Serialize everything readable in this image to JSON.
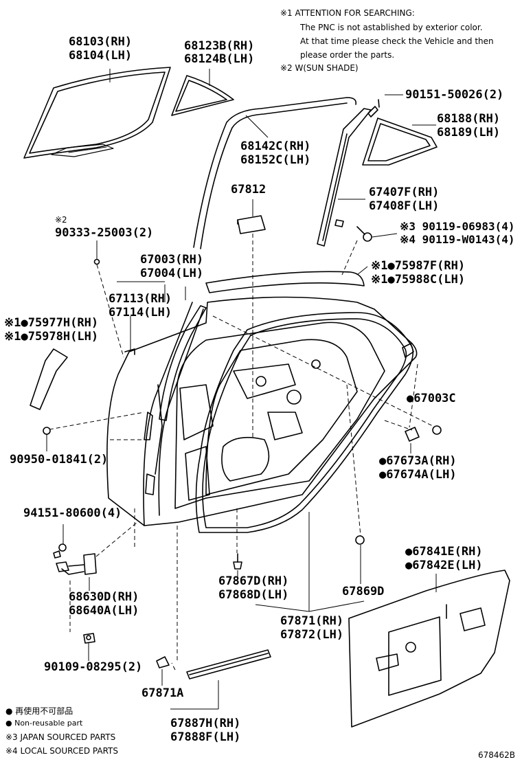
{
  "notes": {
    "n1_title": "※1 ATTENTION FOR SEARCHING:",
    "n1_line1": "The PNC is not astablished by exterior color.",
    "n1_line2": "At that time please check the Vehicle and then",
    "n1_line3": "please order the parts.",
    "n2": "※2 W(SUN SHADE)"
  },
  "parts": {
    "p68103": "68103(RH)",
    "p68104": "68104(LH)",
    "p68123": "68123B(RH)",
    "p68124": "68124B(LH)",
    "p90151": "90151-50026(2)",
    "p68188": "68188(RH)",
    "p68189": "68189(LH)",
    "p68142": "68142C(RH)",
    "p68152": "68152C(LH)",
    "p67812": "67812",
    "p67407": "67407F(RH)",
    "p67408": "67408F(LH)",
    "p90119a": "※3 90119-06983(4)",
    "p90119b": "※4 90119-W0143(4)",
    "p90333n": "※2",
    "p90333": "90333-25003(2)",
    "p67003": "67003(RH)",
    "p67004": "67004(LH)",
    "p75987": "※1●75987F(RH)",
    "p75988": "※1●75988C(LH)",
    "p67113": "67113(RH)",
    "p67114": "67114(LH)",
    "p75977": "※1●75977H(RH)",
    "p75978": "※1●75978H(LH)",
    "p67003c": "●67003C",
    "p90950": "90950-01841(2)",
    "p67673": "●67673A(RH)",
    "p67674": "●67674A(LH)",
    "p94151": "94151-80600(4)",
    "p67841": "●67841E(RH)",
    "p67842": "●67842E(LH)",
    "p67867": "67867D(RH)",
    "p67868": "67868D(LH)",
    "p67869": "67869D",
    "p68630": "68630D(RH)",
    "p68640": "68640A(LH)",
    "p67871": "67871(RH)",
    "p67872": "67872(LH)",
    "p90109": "90109-08295(2)",
    "p67871a": "67871A",
    "p67887": "67887H(RH)",
    "p67888": "67888F(LH)"
  },
  "legend": {
    "l1": "● 再使用不可部品",
    "l2": "● Non-reusable part",
    "l3": "※3 JAPAN SOURCED PARTS",
    "l4": "※4 LOCAL SOURCED PARTS"
  },
  "code": "678462B"
}
